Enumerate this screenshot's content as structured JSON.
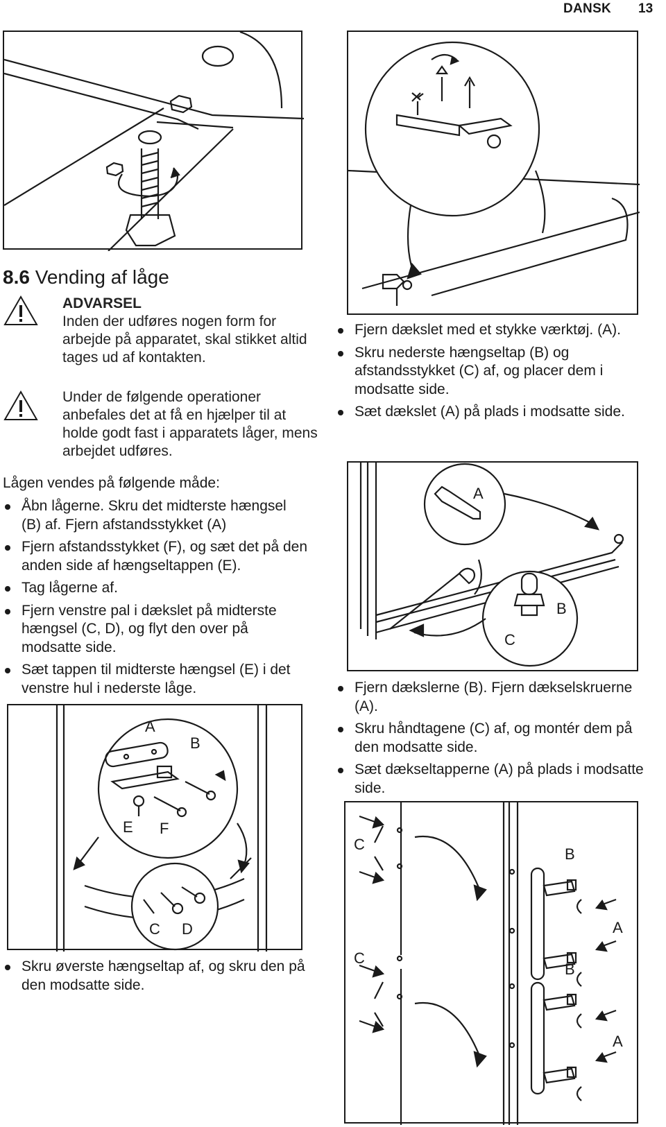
{
  "header": {
    "language": "DANSK",
    "page_number": "13"
  },
  "section": {
    "number": "8.6",
    "title": "Vending af låge"
  },
  "warnings": [
    {
      "title": "ADVARSEL",
      "text": "Inden der udføres nogen form for arbejde på apparatet, skal stikket altid tages ud af kontakten."
    },
    {
      "title": "",
      "text": "Under de følgende operationer anbefales det at få en hjælper til at holde godt fast i apparatets låger, mens arbejdet udføres."
    }
  ],
  "intro": "Lågen vendes på følgende måde:",
  "left_steps": [
    "Åbn lågerne. Skru det midterste hængsel (B) af. Fjern afstandsstykket (A)",
    "Fjern afstandsstykket (F), og sæt det på den anden side af hængseltappen (E).",
    "Tag lågerne af.",
    "Fjern venstre pal i dækslet på midterste hængsel (C, D), og flyt den over på modsatte side.",
    "Sæt tappen til midterste hængsel (E) i det venstre hul i nederste låge."
  ],
  "left_bottom_steps": [
    "Skru øverste hængseltap af, og skru den på den modsatte side."
  ],
  "right_steps_1": [
    "Fjern dækslet med et stykke værktøj. (A).",
    "Skru nederste hængseltap (B) og afstandsstykket (C) af, og placer dem i modsatte side.",
    "Sæt dækslet (A) på plads i modsatte side."
  ],
  "right_steps_2": [
    "Fjern dækslerne (B). Fjern dækselskruerne (A).",
    "Skru håndtagene (C) af, og montér dem på den modsatte side.",
    "Sæt dækseltapperne (A) på plads i modsatte side."
  ],
  "figure_labels": {
    "hinge_A": "A",
    "hinge_B": "B",
    "hinge_E": "E",
    "hinge_F": "F",
    "hinge_C": "C",
    "hinge_D": "D",
    "cover_A": "A",
    "cover_B": "B",
    "cover_C": "C",
    "handle_C1": "C",
    "handle_B1": "B",
    "handle_A1": "A",
    "handle_C2": "C",
    "handle_B2": "B",
    "handle_A2": "A"
  }
}
